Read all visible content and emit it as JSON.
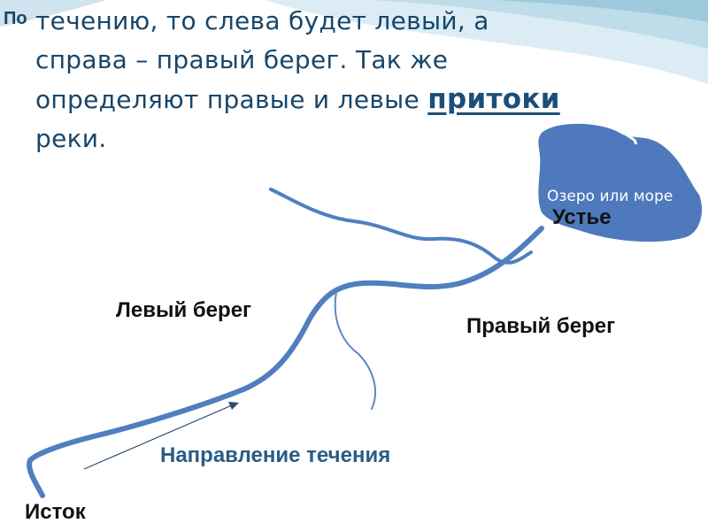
{
  "header": {
    "prefix": "По",
    "line1": "течению, то слева будет левый, а",
    "line2": "справа – правый берег. Так же",
    "line3_before": "определяют правые и левые ",
    "keyword": "притоки",
    "line4": "реки."
  },
  "map": {
    "lake_label": "Озеро или море",
    "mouth_label": "Устье",
    "left_bank_label": "Левый берег",
    "right_bank_label": "Правый берег",
    "flow_direction_label": "Направление течения",
    "source_label": "Исток"
  },
  "colors": {
    "river": "#4f7fbf",
    "lake": "#4f79bd",
    "text": "#17466b",
    "wave_light": "#cfe4ef",
    "wave_mid": "#a9cfe0"
  }
}
